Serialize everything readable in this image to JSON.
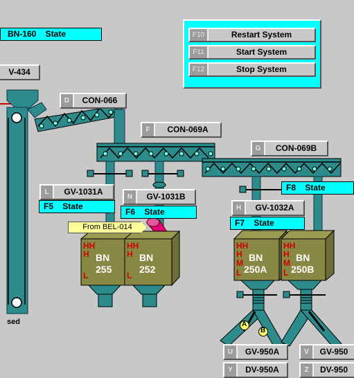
{
  "function_keys": [
    {
      "key": "F10",
      "label": "Restart System"
    },
    {
      "key": "F11",
      "label": "Start System"
    },
    {
      "key": "F12",
      "label": "Stop System"
    }
  ],
  "status": {
    "bn160": "BN-160    State",
    "f5": "F5    State",
    "f6": "F6    State",
    "f7": "F7    State",
    "f8": "F8    State"
  },
  "tags": {
    "v434": "V-434",
    "con066_key": "D",
    "con066": "CON-066",
    "con069a_key": "F",
    "con069a": "CON-069A",
    "con069b_key": "G",
    "con069b": "CON-069B",
    "gv1031a_key": "L",
    "gv1031a": "GV-1031A",
    "gv1031b_key": "N",
    "gv1031b": "GV-1031B",
    "gv1032a_key": "H",
    "gv1032a": "GV-1032A",
    "gv950a_key": "U",
    "gv950a": "GV-950A",
    "gv950b_key": "V",
    "gv950b": "GV-950",
    "dv950a_key": "Y",
    "dv950a": "DV-950A",
    "dv950b_key": "Z",
    "dv950b": "DV-950"
  },
  "from_label": "From BEL-014",
  "bins": [
    {
      "name": "BN",
      "number": "255"
    },
    {
      "name": "BN",
      "number": "252"
    },
    {
      "name": "BN",
      "number": "250A"
    },
    {
      "name": "BN",
      "number": "250B"
    }
  ],
  "level_labels": {
    "hh": "HH",
    "h": "H",
    "m": "M",
    "l": "L"
  },
  "diverter_labels": {
    "a": "A",
    "b": "B"
  },
  "sed_label": "sed",
  "colors": {
    "background": "#c8c8c8",
    "equipment": "#2e8b8b",
    "bin": "#888844",
    "status": "#00ffff",
    "alarm": "#cc0000",
    "chute": "#e0007a"
  }
}
